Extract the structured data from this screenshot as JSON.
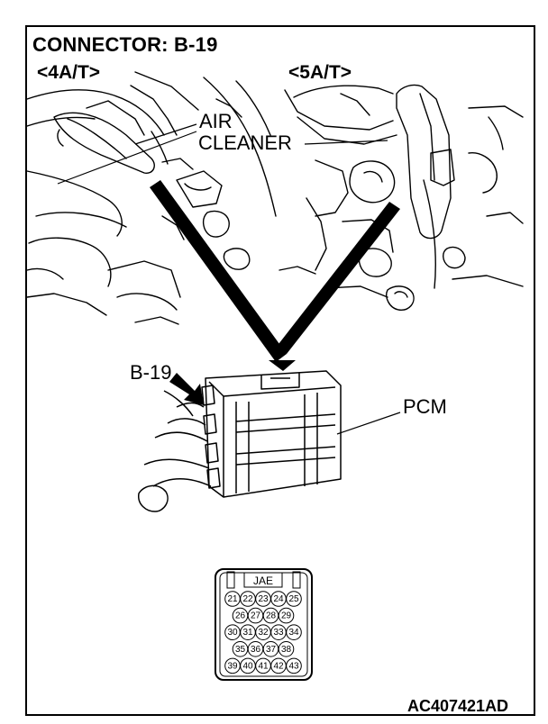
{
  "diagram": {
    "title": "CONNECTOR: B-19",
    "variants": [
      "<4A/T>",
      "<5A/T>"
    ],
    "callouts": {
      "air_cleaner_line1": "AIR",
      "air_cleaner_line2": "CLEANER",
      "connector": "B-19",
      "module": "PCM"
    },
    "connector_face": {
      "maker_label": "JAE",
      "pin_rows": [
        [
          "21",
          "22",
          "23",
          "24",
          "25"
        ],
        [
          "26",
          "27",
          "28",
          "29"
        ],
        [
          "30",
          "31",
          "32",
          "33",
          "34"
        ],
        [
          "35",
          "36",
          "37",
          "38"
        ],
        [
          "39",
          "40",
          "41",
          "42",
          "43"
        ]
      ]
    },
    "figure_id": "AC407421AD"
  }
}
